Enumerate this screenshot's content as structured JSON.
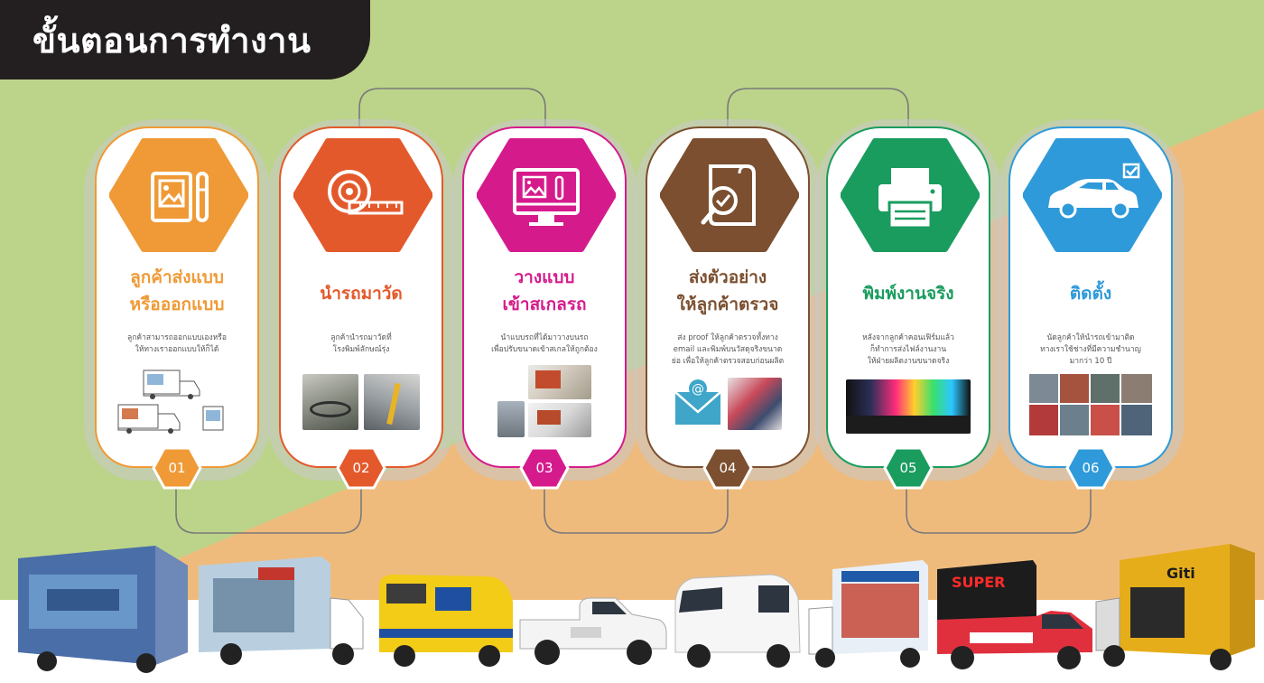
{
  "title": "ขั้นตอนการทำงาน",
  "colors": {
    "bg_green": "#bcd48a",
    "bg_orange": "#efbb7d",
    "title_bg": "#231f20",
    "step1": "#ef9a36",
    "step2": "#e3592b",
    "step3": "#d51b8c",
    "step4": "#7b4f2f",
    "step5": "#1a9c5f",
    "step6": "#2f9ad9"
  },
  "steps": [
    {
      "number": "01",
      "color": "#ef9a36",
      "icon": "image-brush-icon",
      "title_lines": [
        "ลูกค้าส่งแบบ",
        "หรือออกแบบ"
      ],
      "desc_lines": [
        "ลูกค้าสามารถออกแบบเองหรือ",
        "ให้ทางเราออกแบบให้ก็ได้"
      ]
    },
    {
      "number": "02",
      "color": "#e3592b",
      "icon": "tape-measure-icon",
      "title_lines": [
        "นำรถมาวัด"
      ],
      "desc_lines": [
        "ลูกค้านำรถมาวัดที่",
        "โรงพิมพ์ลักษณ์รุ่ง"
      ]
    },
    {
      "number": "03",
      "color": "#d51b8c",
      "icon": "monitor-design-icon",
      "title_lines": [
        "วางแบบ",
        "เข้าสเกลรถ"
      ],
      "desc_lines": [
        "นำแบบรถที่ได้มาวางบนรถ",
        "เพื่อปรับขนาดเข้าสเกลให้ถูกต้อง"
      ]
    },
    {
      "number": "04",
      "color": "#7b4f2f",
      "icon": "document-check-icon",
      "title_lines": [
        "ส่งตัวอย่าง",
        "ให้ลูกค้าตรวจ"
      ],
      "desc_lines": [
        "ส่ง proof ให้ลูกค้าตรวจทั้งทาง",
        "email และพิมพ์บนวัสดุจริงขนาด",
        "ย่อ เพื่อให้ลูกค้าตรวจสอบก่อนผลิต"
      ]
    },
    {
      "number": "05",
      "color": "#1a9c5f",
      "icon": "printer-icon",
      "title_lines": [
        "พิมพ์งานจริง"
      ],
      "desc_lines": [
        "หลังจากลูกค้าคอนเฟิร์มแล้ว",
        "ก็ทำการส่งไฟล์งานงาน",
        "ให้ฝ่ายผลิตงานขนาดจริง"
      ]
    },
    {
      "number": "06",
      "color": "#2f9ad9",
      "icon": "car-check-icon",
      "title_lines": [
        "ติดตั้ง"
      ],
      "desc_lines": [
        "นัดลูกค้าให้นำรถเข้ามาติด",
        "ทางเราใช้ช่างที่มีความชำนาญ",
        "มากว่า 10 ปี"
      ]
    }
  ]
}
